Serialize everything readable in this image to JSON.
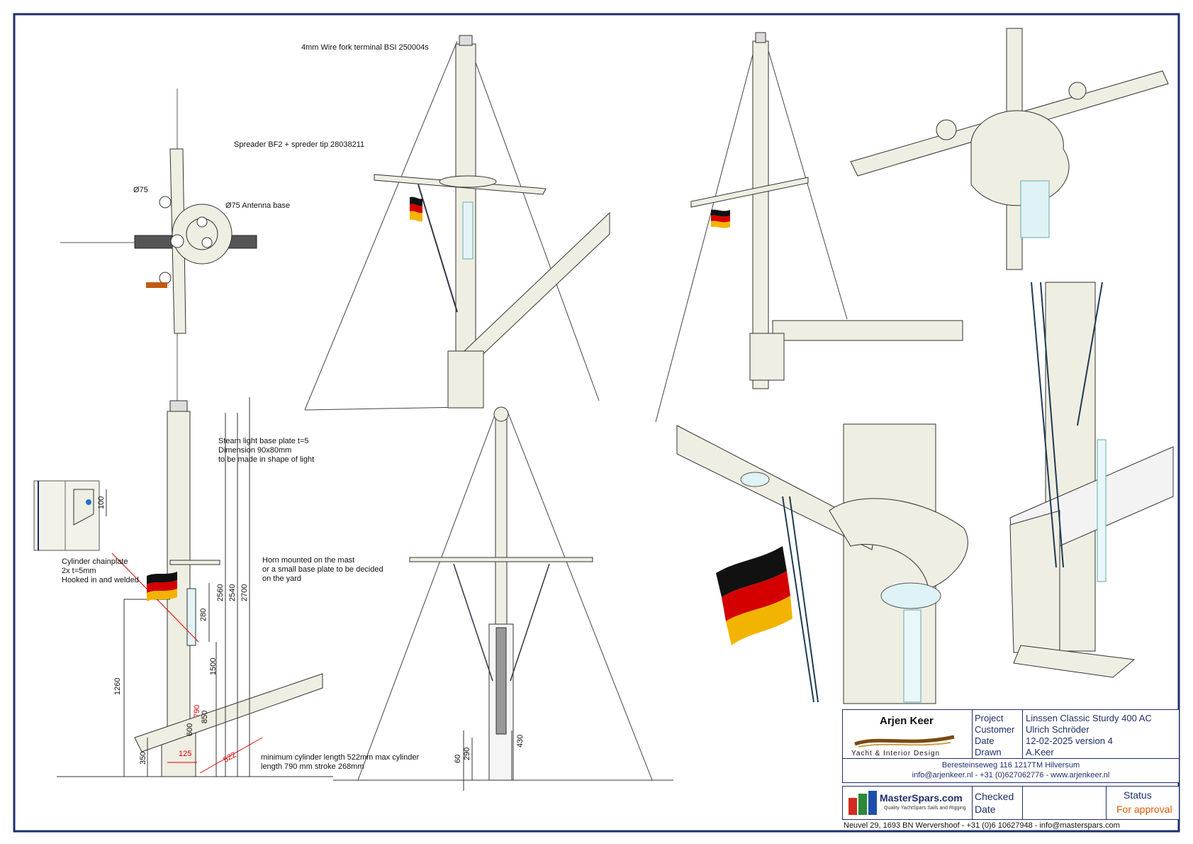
{
  "annotations": {
    "wire_fork": "4mm Wire fork terminal BSI 250004s",
    "spreader": "Spreader BF2 + spreder tip 28038211",
    "dia75": "Ø75",
    "antenna": "Ø75 Antenna base",
    "steam_light": [
      "Steam light base plate t=5",
      "Dimension 90x80mm",
      "to be made in shape of light"
    ],
    "chainplate": [
      "Cylinder chainplate",
      "2x t=5mm",
      "Hooked in and welded"
    ],
    "horn": [
      "Horn mounted on the mast",
      "or a small base plate to be decided",
      "on the yard"
    ],
    "cylinder": [
      "minimum cylinder length 522mm max cylinder",
      "length 790 mm stroke 268mm"
    ]
  },
  "dimensions": {
    "d100": "100",
    "d2560": "2560",
    "d2540": "2540",
    "d2700": "2700",
    "d280": "280",
    "d1500": "1500",
    "d1260": "1260",
    "d600": "600",
    "d790": "790",
    "d850": "850",
    "d350": "350",
    "d125": "125",
    "d522": "522",
    "d60": "60",
    "d290": "290",
    "d430": "430"
  },
  "title_block": {
    "designer": "Arjen Keer",
    "designer_sub": "Yacht & Interior Design",
    "labels": [
      "Project",
      "Customer",
      "Date",
      "Drawn"
    ],
    "values": [
      "Linssen Classic Sturdy 400 AC",
      "Ulrich Schröder",
      "12-02-2025 version 4",
      "A.Keer"
    ],
    "address": "Beresteinseweg 116 1217TM Hilversum",
    "contact": "info@arjenkeer.nl - +31 (0)627062776 - www.arjenkeer.nl",
    "masterspars": "MasterSpars.com",
    "masterspars_sub": "Quality YachtSpars Sails and Rigging",
    "checked_label": "Checked",
    "date_label": "Date",
    "status_label": "Status",
    "status_value": "For approval",
    "status_color": "#e05a00",
    "footer": "Neuvel 29, 1693 BN Wervershoof - +31 (0)6 10627948 - info@masterspars.com"
  },
  "colors": {
    "border": "#1d2f6b",
    "mast": "#efeee2",
    "flag_black": "#111111",
    "flag_red": "#d40000",
    "flag_gold": "#f2b400"
  }
}
